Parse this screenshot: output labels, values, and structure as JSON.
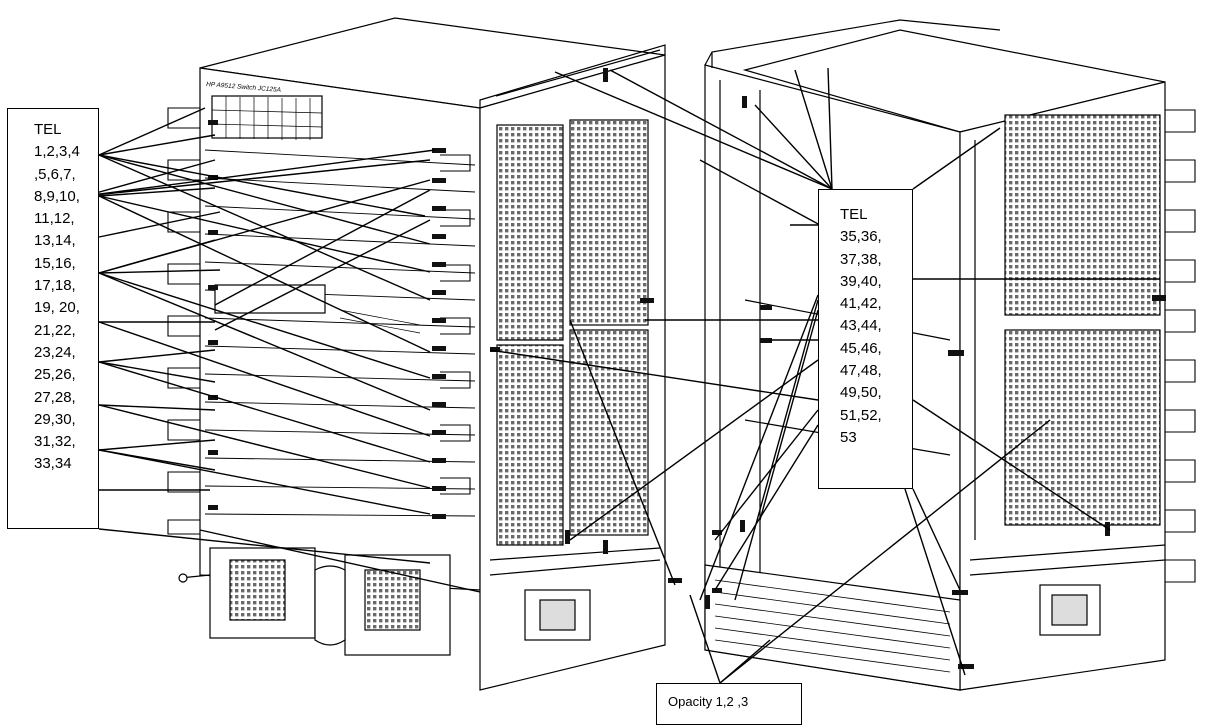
{
  "figure": {
    "left_callout": {
      "lines": [
        "TEL",
        "1,2,3,4",
        ",5,6,7,",
        "8,9,10,",
        "11,12,",
        "13,14,",
        "15,16,",
        "17,18,",
        "19, 20,",
        "21,22,",
        "23,24,",
        "25,26,",
        "27,28,",
        "29,30,",
        "31,32,",
        "33,34"
      ]
    },
    "right_callout": {
      "lines": [
        "TEL",
        "35,36,",
        "37,38,",
        "39,40,",
        "41,42,",
        "43,44,",
        "45,46,",
        "47,48,",
        "49,50,",
        "51,52,",
        "53"
      ]
    },
    "bottom_callout": {
      "text": "Opacity 1,2 ,3"
    },
    "chassis_label": {
      "model_text": "HP A9512 Switch JC125A"
    },
    "colors": {
      "ink": "#000000",
      "paper": "#ffffff",
      "vent_fill": "#c9c9c9",
      "tape": "#111111"
    }
  }
}
